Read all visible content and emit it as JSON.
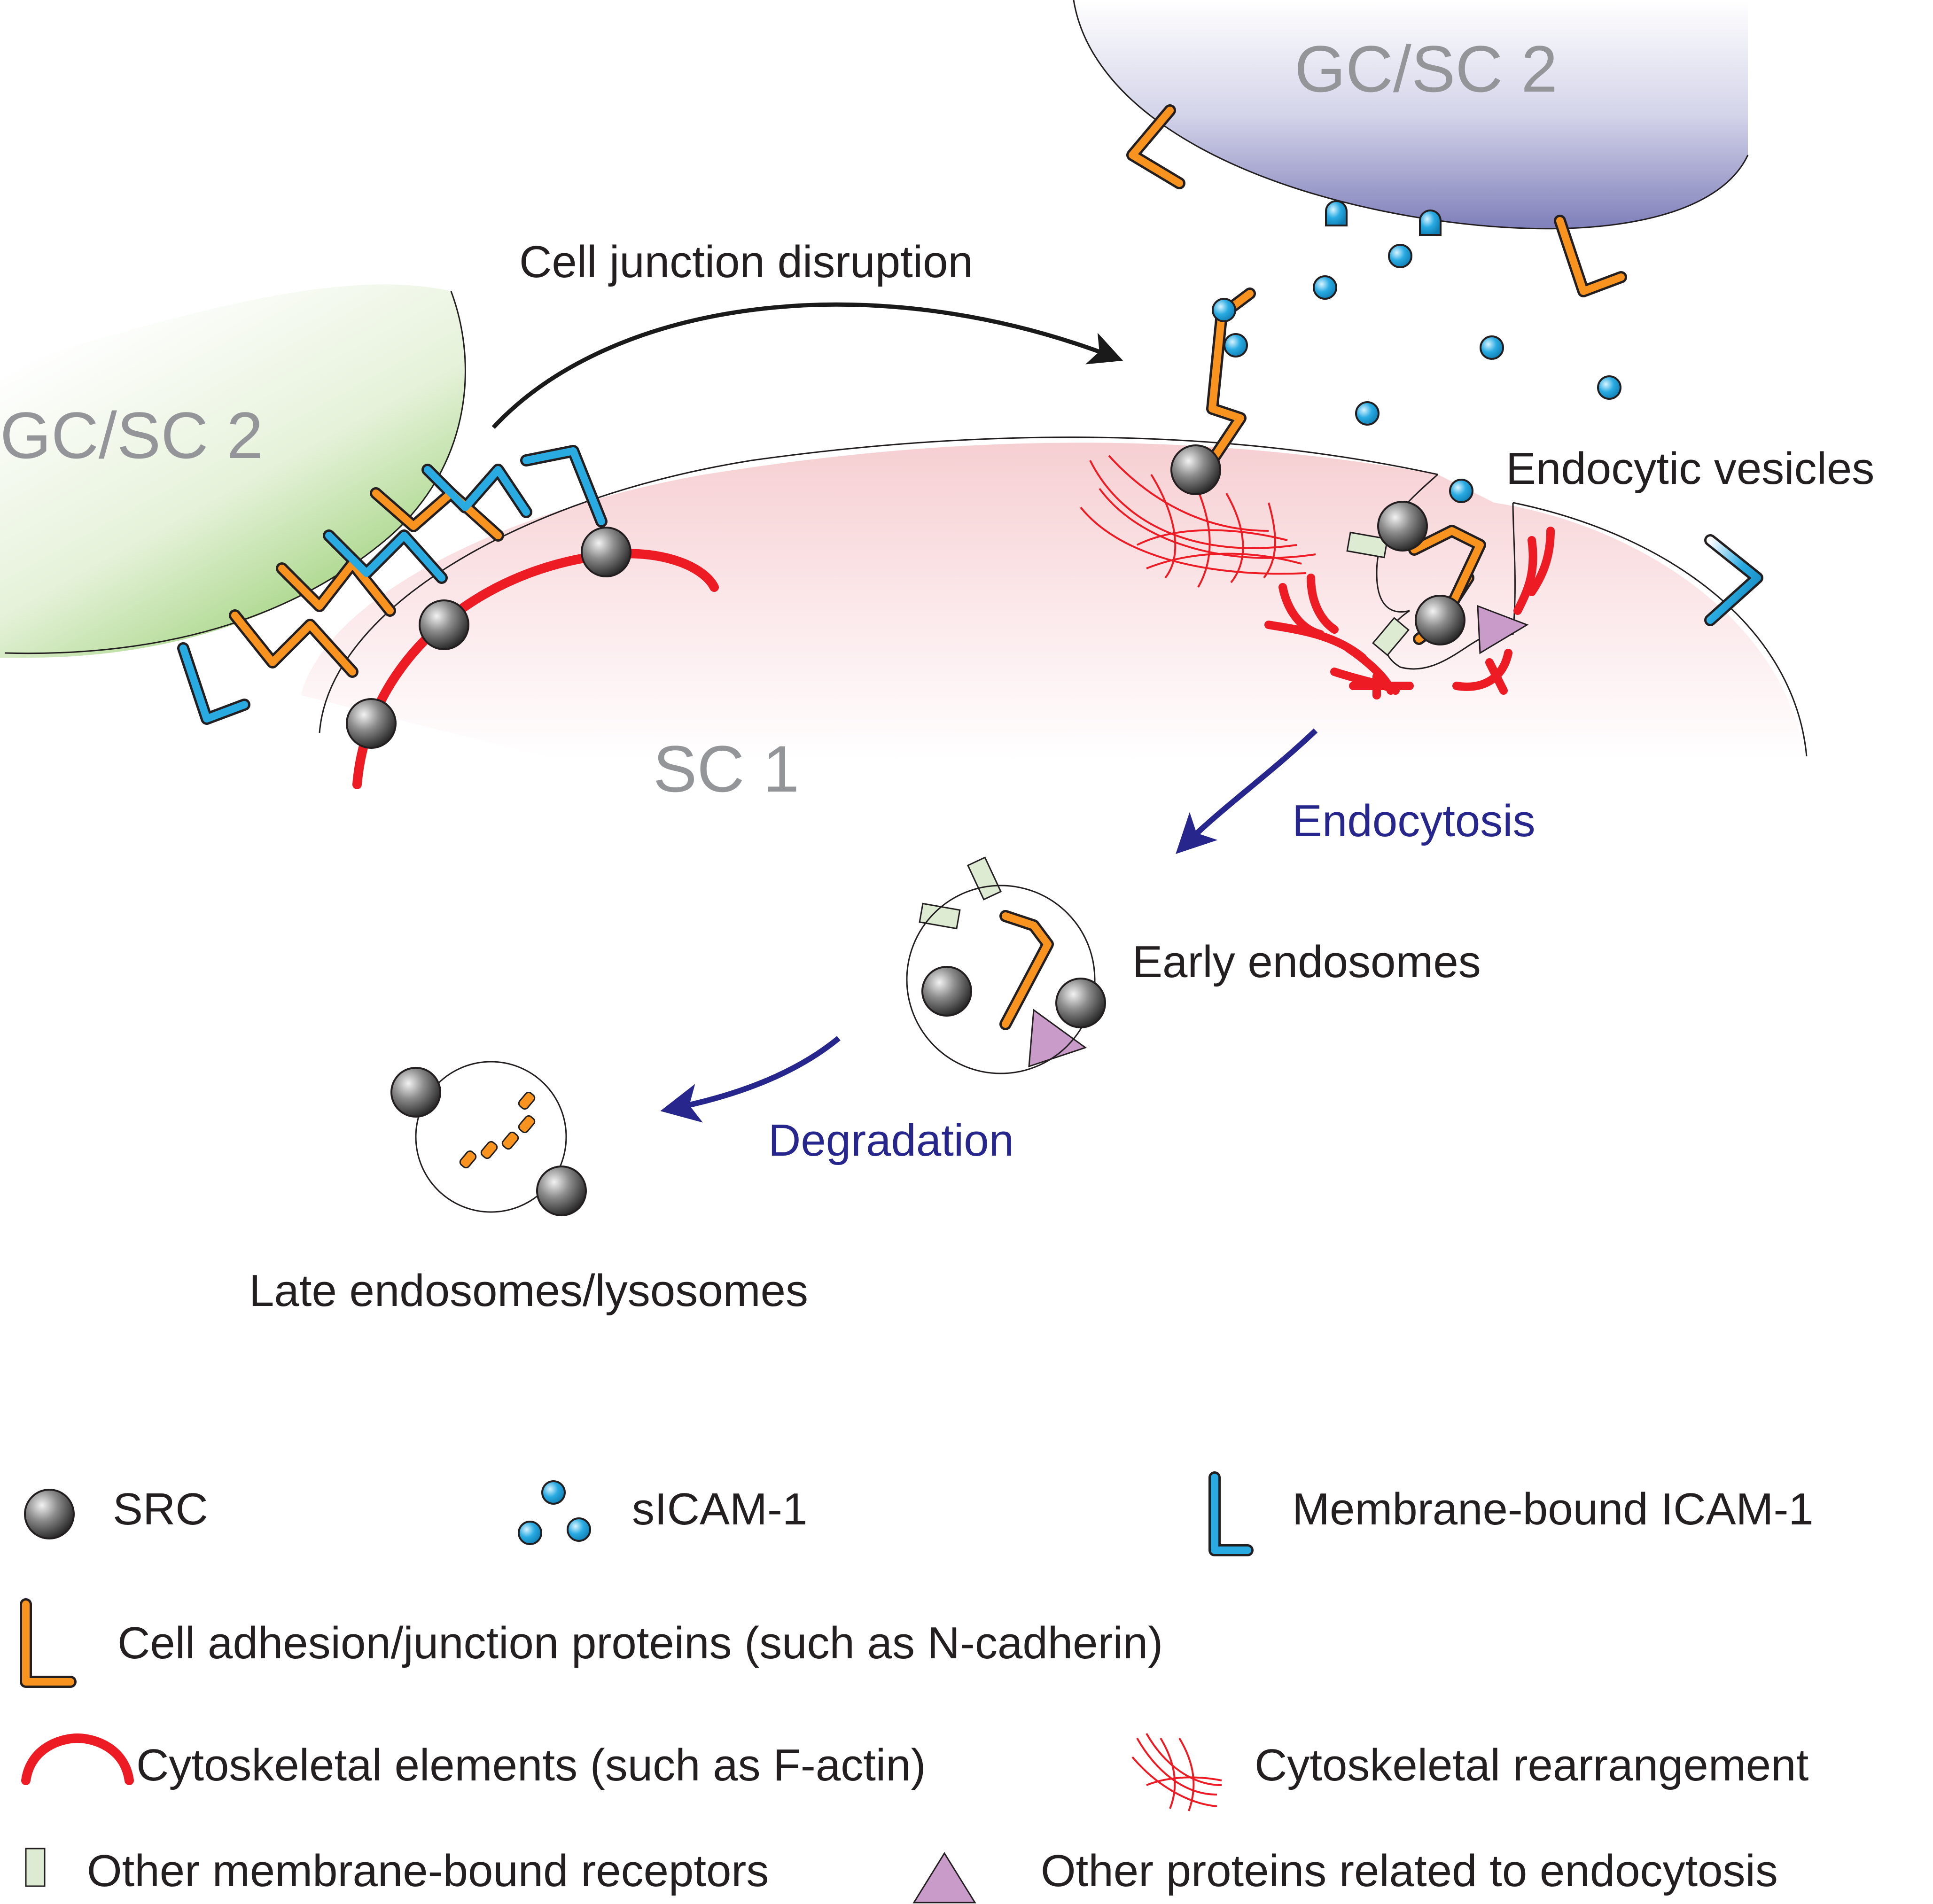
{
  "cells": {
    "gc_sc2_left": "GC/SC 2",
    "gc_sc2_top": "GC/SC 2",
    "sc1": "SC 1"
  },
  "process": {
    "cell_junction_disruption": "Cell junction disruption",
    "endocytic_vesicles": "Endocytic vesicles",
    "endocytosis": "Endocytosis",
    "early_endosomes": "Early endosomes",
    "degradation": "Degradation",
    "late_endosomes": "Late endosomes/lysosomes"
  },
  "legend": {
    "src": "SRC",
    "sicam": "sICAM-1",
    "membrane_icam": "Membrane-bound ICAM-1",
    "adhesion": "Cell adhesion/junction proteins (such as N-cadherin)",
    "cytoskeletal": "Cytoskeletal elements (such as F-actin)",
    "rearrangement": "Cytoskeletal rearrangement",
    "receptors": "Other membrane-bound receptors",
    "endocytosis_proteins": "Other proteins related to endocytosis"
  },
  "colors": {
    "src": "#555555",
    "sicam": "#29abe2",
    "membrane_icam": "#29abe2",
    "adhesion": "#f7931e",
    "cytoskeleton": "#ed1c24",
    "receptor": "#dcebd2",
    "endo_protein": "#c89bc8",
    "process_arrow": "#26268c",
    "label_gray": "#939598"
  }
}
